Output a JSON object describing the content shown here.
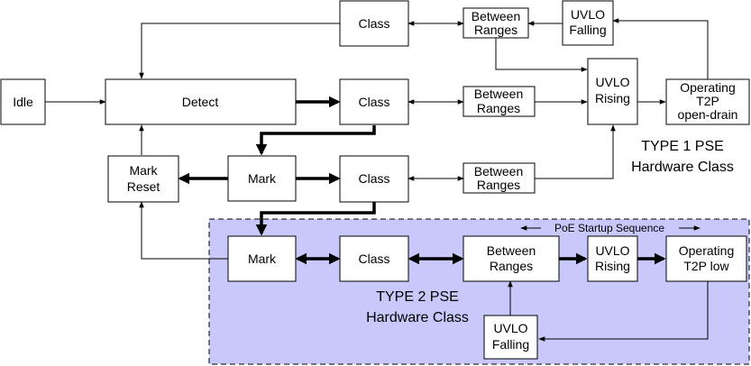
{
  "colors": {
    "type2_region_fill": "#c8c8fa",
    "stroke": "#000000"
  },
  "nodes": {
    "idle": "Idle",
    "detect": "Detect",
    "class_top": "Class",
    "between_top": [
      "Between",
      "Ranges"
    ],
    "uvlo_falling_top": [
      "UVLO",
      "Falling"
    ],
    "class_t1": "Class",
    "between_t1": [
      "Between",
      "Ranges"
    ],
    "uvlo_rising_t1": [
      "UVLO",
      "Rising"
    ],
    "operating_t1": [
      "Operating",
      "T2P",
      "open-drain"
    ],
    "mark_reset": [
      "Mark",
      "Reset"
    ],
    "mark_1": "Mark",
    "class_2": "Class",
    "between_2": [
      "Between",
      "Ranges"
    ],
    "mark_2": "Mark",
    "class_t2": "Class",
    "between_t2": [
      "Between",
      "Ranges"
    ],
    "uvlo_rising_t2": [
      "UVLO",
      "Rising"
    ],
    "operating_t2": [
      "Operating",
      "T2P low"
    ],
    "uvlo_falling_t2": [
      "UVLO",
      "Falling"
    ]
  },
  "labels": {
    "type1": [
      "TYPE 1 PSE",
      "Hardware Class"
    ],
    "type2": [
      "TYPE 2 PSE",
      "Hardware Class"
    ],
    "startup": "PoE Startup Sequence"
  }
}
